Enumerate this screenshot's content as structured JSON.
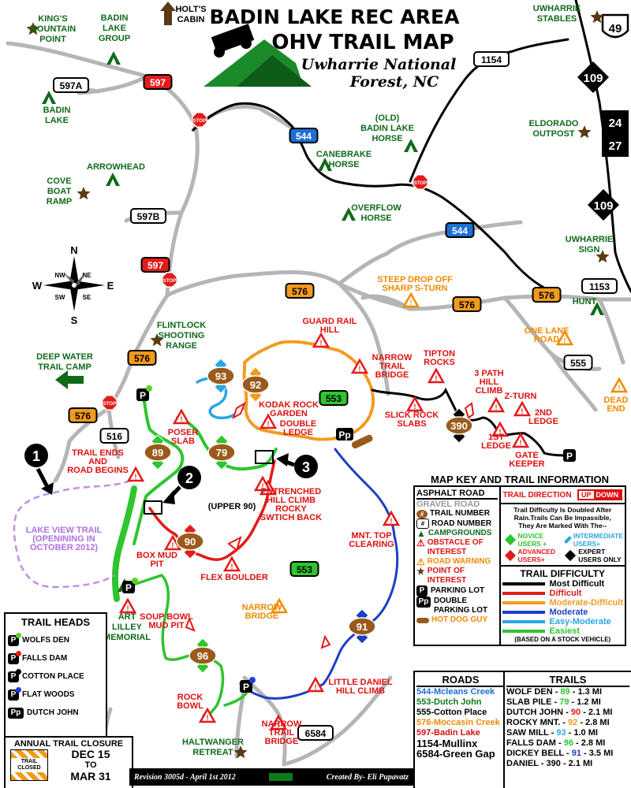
{
  "title": {
    "line1": "BADIN LAKE REC AREA",
    "line2": "OHV TRAIL MAP",
    "line3": "Uwharrie National",
    "line4": "Forest, NC"
  },
  "places": {
    "kings_mountain": [
      "KING'S",
      "MOUNTAIN",
      "POINT"
    ],
    "badin_lake_group": [
      "BADIN",
      "LAKE",
      "GROUP"
    ],
    "holts_cabin": [
      "HOLT'S",
      "CABIN"
    ],
    "uwharrie_stables": [
      "UWHARRIE",
      "STABLES"
    ],
    "badin_lake": [
      "BADIN",
      "LAKE"
    ],
    "old_badin_lake_horse": [
      "(OLD)",
      "BADIN LAKE",
      "HORSE"
    ],
    "canebrake_horse": [
      "CANEBRAKE",
      "HORSE"
    ],
    "eldorado_outpost": [
      "ELDORADO",
      "OUTPOST"
    ],
    "arrowhead": "ARROWHEAD",
    "cove_boat_ramp": [
      "COVE",
      "BOAT",
      "RAMP"
    ],
    "overflow_horse": [
      "OVERFLOW",
      "HORSE"
    ],
    "uwharrie_sign": [
      "UWHARRIE",
      "SIGN"
    ],
    "steep_drop": [
      "STEEP DROP OFF",
      "SHARP S-TURN"
    ],
    "hunt": "HUNT",
    "flintlock": [
      "FLINTLOCK",
      "SHOOTING",
      "RANGE"
    ],
    "guard_rail_hill": [
      "GUARD RAIL",
      "HILL"
    ],
    "one_lane_road": [
      "ONE LANE",
      "ROAD"
    ],
    "deep_water": [
      "DEEP WATER",
      "TRAIL CAMP"
    ],
    "narrow_trail_bridge": [
      "NARROW",
      "TRAIL",
      "BRIDGE"
    ],
    "tipton_rocks": [
      "TIPTON",
      "ROCKS"
    ],
    "three_path_hill": [
      "3 PATH",
      "HILL",
      "CLIMB"
    ],
    "z_turn": "Z-TURN",
    "dead_end": [
      "DEAD",
      "END"
    ],
    "kodak_rock": [
      "KODAK ROCK",
      "GARDEN"
    ],
    "slick_rock": [
      "SLICK ROCK",
      "SLABS"
    ],
    "second_ledge": [
      "2ND",
      "LEDGE"
    ],
    "double_ledge": [
      "DOUBLE",
      "LEDGE"
    ],
    "poser_slab": [
      "POSER",
      "SLAB"
    ],
    "trail_ends": [
      "TRAIL ENDS",
      "AND",
      "ROAD BEGINS"
    ],
    "first_ledge": [
      "1ST",
      "LEDGE"
    ],
    "gate_keeper": [
      "GATE",
      "KEEPER"
    ],
    "rocky_switchback": [
      "ENTRENCHED",
      "HILL CLIMB",
      "ROCKY",
      "SWTICH BACK"
    ],
    "upper_90": "(UPPER 90)",
    "lake_view": [
      "LAKE VIEW TRAIL",
      "(OPENINING IN",
      "OCTOBER 2012)"
    ],
    "mnt_top": [
      "MNT. TOP",
      "CLEARING"
    ],
    "box_mud_pit": [
      "BOX MUD",
      "PIT"
    ],
    "flex_boulder": "FLEX BOULDER",
    "narrow_bridge": [
      "NARROW",
      "BRIDGE"
    ],
    "art_lilley": [
      "ART",
      "LILLEY",
      "MEMORIAL"
    ],
    "soup_bowl": [
      "SOUP BOWL",
      "MUD PIT"
    ],
    "little_daniel": [
      "LITTLE DANIEL",
      "HILL CLIMB"
    ],
    "rock_bowl": [
      "ROCK",
      "BOWL"
    ],
    "narrow_trail_bridge2": [
      "NARROW",
      "TRAIL",
      "BRIDGE"
    ],
    "haltwanger": [
      "HALTWANGER",
      "RETREAT"
    ]
  },
  "road_shields": {
    "r597a": "597A",
    "r597_top": "597",
    "r597b": "597B",
    "r597_mid": "597",
    "r544_a": "544",
    "r544_b": "544",
    "r576_a": "576",
    "r576_b": "576",
    "r576_c": "576",
    "r576_d": "576",
    "r576_e": "576",
    "r1154": "1154",
    "r1153": "1153",
    "r555": "555",
    "r516": "516",
    "r553_a": "553",
    "r553_b": "553",
    "r6584": "6584",
    "us49": "49",
    "nc109a": "109",
    "nc109b": "109",
    "r24": "24",
    "r27": "27"
  },
  "trail_numbers": {
    "t93": "93",
    "t92": "92",
    "t89": "89",
    "t79": "79",
    "t90": "90",
    "t96": "96",
    "t91": "91",
    "t390": "390"
  },
  "markers": {
    "m1": "1",
    "m2": "2",
    "m3": "3"
  },
  "compass": {
    "n": "N",
    "s": "S",
    "e": "E",
    "w": "W",
    "nw": "NW",
    "ne": "NE",
    "sw": "SW",
    "se": "SE"
  },
  "stop_label": "STOP",
  "parking_label": "P",
  "double_parking_label": "Pp",
  "trail_heads": {
    "title": "TRAIL HEADS",
    "items": [
      {
        "label": "WOLFS DEN",
        "color": "#5ad12a"
      },
      {
        "label": "FALLS DAM",
        "color": "#e21b1b"
      },
      {
        "label": "COTTON PLACE",
        "color": "#000000"
      },
      {
        "label": "FLAT WOODS",
        "color": "#1b3fe2"
      },
      {
        "label": "DUTCH JOHN",
        "color": "#000000",
        "double": true
      }
    ]
  },
  "closure": {
    "title": "ANNUAL TRAIL CLOSURE",
    "sign": "TRAIL CLOSED",
    "from": "DEC 15",
    "to_word": "TO",
    "to": "MAR 31"
  },
  "footer": {
    "revision": "Revision 3005d - April 1st 2012",
    "credit": "Created By- Eli Pupavatz"
  },
  "key": {
    "title": "MAP KEY AND TRAIL INFORMATION",
    "asphalt": "ASPHALT ROAD",
    "gravel": "GRAVEL ROAD",
    "trail_number": "TRAIL NUMBER",
    "road_number": "ROAD NUMBER",
    "campgrounds": "CAMPGROUNDS",
    "obstacle": [
      "OBSTACLE OF",
      "INTEREST"
    ],
    "road_warning": "ROAD WARNING",
    "poi": [
      "POINT OF",
      "INTEREST"
    ],
    "parking_lot": "PARKING LOT",
    "double_parking": [
      "DOUBLE",
      "PARKING LOT"
    ],
    "hot_dog": "HOT DOG GUY",
    "trail_direction": "TRAIL DIRECTION",
    "up": "UP",
    "down": "DOWN",
    "difficulty_note": [
      "Trail Difficulty Is Doubled After",
      "Rain.Trails Can Be Impassible,",
      "They Are Marked With The--"
    ],
    "novice": [
      "NOVICE",
      "USERS +"
    ],
    "intermediate": [
      "INTERMEDIATE",
      "USERS+"
    ],
    "advanced": [
      "ADVANCED",
      "USERS+"
    ],
    "expert": [
      "EXPERT",
      "USERS ONLY"
    ]
  },
  "difficulty": {
    "title": "TRAIL DIFFICULTY",
    "levels": [
      {
        "label": "Most Difficult",
        "color": "#000000"
      },
      {
        "label": "Difficult",
        "color": "#e21b1b"
      },
      {
        "label": "Moderate-Difficult",
        "color": "#f39a1d"
      },
      {
        "label": "Moderate",
        "color": "#1b3fc4"
      },
      {
        "label": "Easy-Moderate",
        "color": "#29a7e0"
      },
      {
        "label": "Easiest",
        "color": "#2ec52e"
      }
    ],
    "note": "(BASED ON A STOCK VEHICLE)"
  },
  "roads_list": {
    "title": "ROADS",
    "items": [
      {
        "text": "544-Mcleans Creek",
        "color": "#1b6fd6"
      },
      {
        "text": "553-Dutch John",
        "color": "#0d7a1a"
      },
      {
        "text": "555-Cotton Place",
        "color": "#000000"
      },
      {
        "text": "576-Moccasin Creek",
        "color": "#f08a00"
      },
      {
        "text": "597-Badin Lake",
        "color": "#d11111"
      },
      {
        "text": "1154-Mullinx",
        "color": "#000000"
      },
      {
        "text": "6584-Green Gap",
        "color": "#000000"
      }
    ]
  },
  "trails_list": {
    "title": "TRAILS",
    "items": [
      {
        "name": "WOLF DEN - ",
        "num": "89",
        "dist": " - 1.3 MI",
        "color": "#2ec52e"
      },
      {
        "name": "SLAB PILE - ",
        "num": "79",
        "dist": " - 1.2 MI",
        "color": "#2ec52e"
      },
      {
        "name": "DUTCH JOHN - ",
        "num": "90",
        "dist": " - 2.1 MI",
        "color": "#e21b1b"
      },
      {
        "name": "ROCKY MNT. - ",
        "num": "92",
        "dist": " - 2.8 MI",
        "color": "#f39a1d"
      },
      {
        "name": "SAW MILL - ",
        "num": "93",
        "dist": " - 1.0 MI",
        "color": "#29a7e0"
      },
      {
        "name": "FALLS DAM - ",
        "num": "96",
        "dist": " - 2.8 MI",
        "color": "#2ec52e"
      },
      {
        "name": "DICKEY BELL - ",
        "num": "91",
        "dist": " - 3.5 MI",
        "color": "#1b3fc4"
      },
      {
        "name": "DANIEL - ",
        "num": "390",
        "dist": " - 2.1 MI",
        "color": "#000000"
      }
    ]
  }
}
